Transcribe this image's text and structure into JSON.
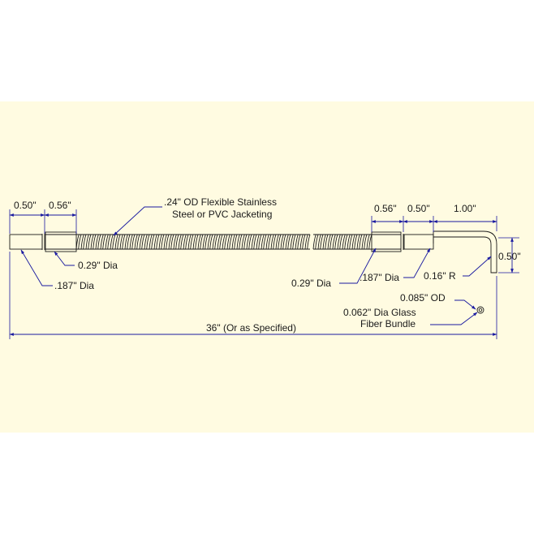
{
  "colors": {
    "background": "#ffffff",
    "drawing_band": "#fffbe1",
    "part_line": "#1a1a1a",
    "dimension_line": "#1a1aa0",
    "text": "#1a1a1a"
  },
  "labels": {
    "left_length_1": "0.50\"",
    "left_length_2": "0.56\"",
    "jacket_line1": ".24\" OD Flexible Stainless",
    "jacket_line2": "Steel or PVC Jacketing",
    "left_ferrule_dia": "0.29\" Dia",
    "left_tip_dia": ".187\" Dia",
    "right_length_1": "0.56\"",
    "right_length_2": "0.50\"",
    "right_length_3": "1.00\"",
    "bend_height": "0.50\"",
    "right_ferrule_dia": "0.29\" Dia",
    "right_tip_dia": ".187\" Dia",
    "bend_radius": "0.16\" R",
    "od_label": "0.085\" OD",
    "bundle_line1": "0.062\" Dia Glass",
    "bundle_line2": "Fiber Bundle",
    "overall_length": "36\" (Or as Specified)"
  }
}
